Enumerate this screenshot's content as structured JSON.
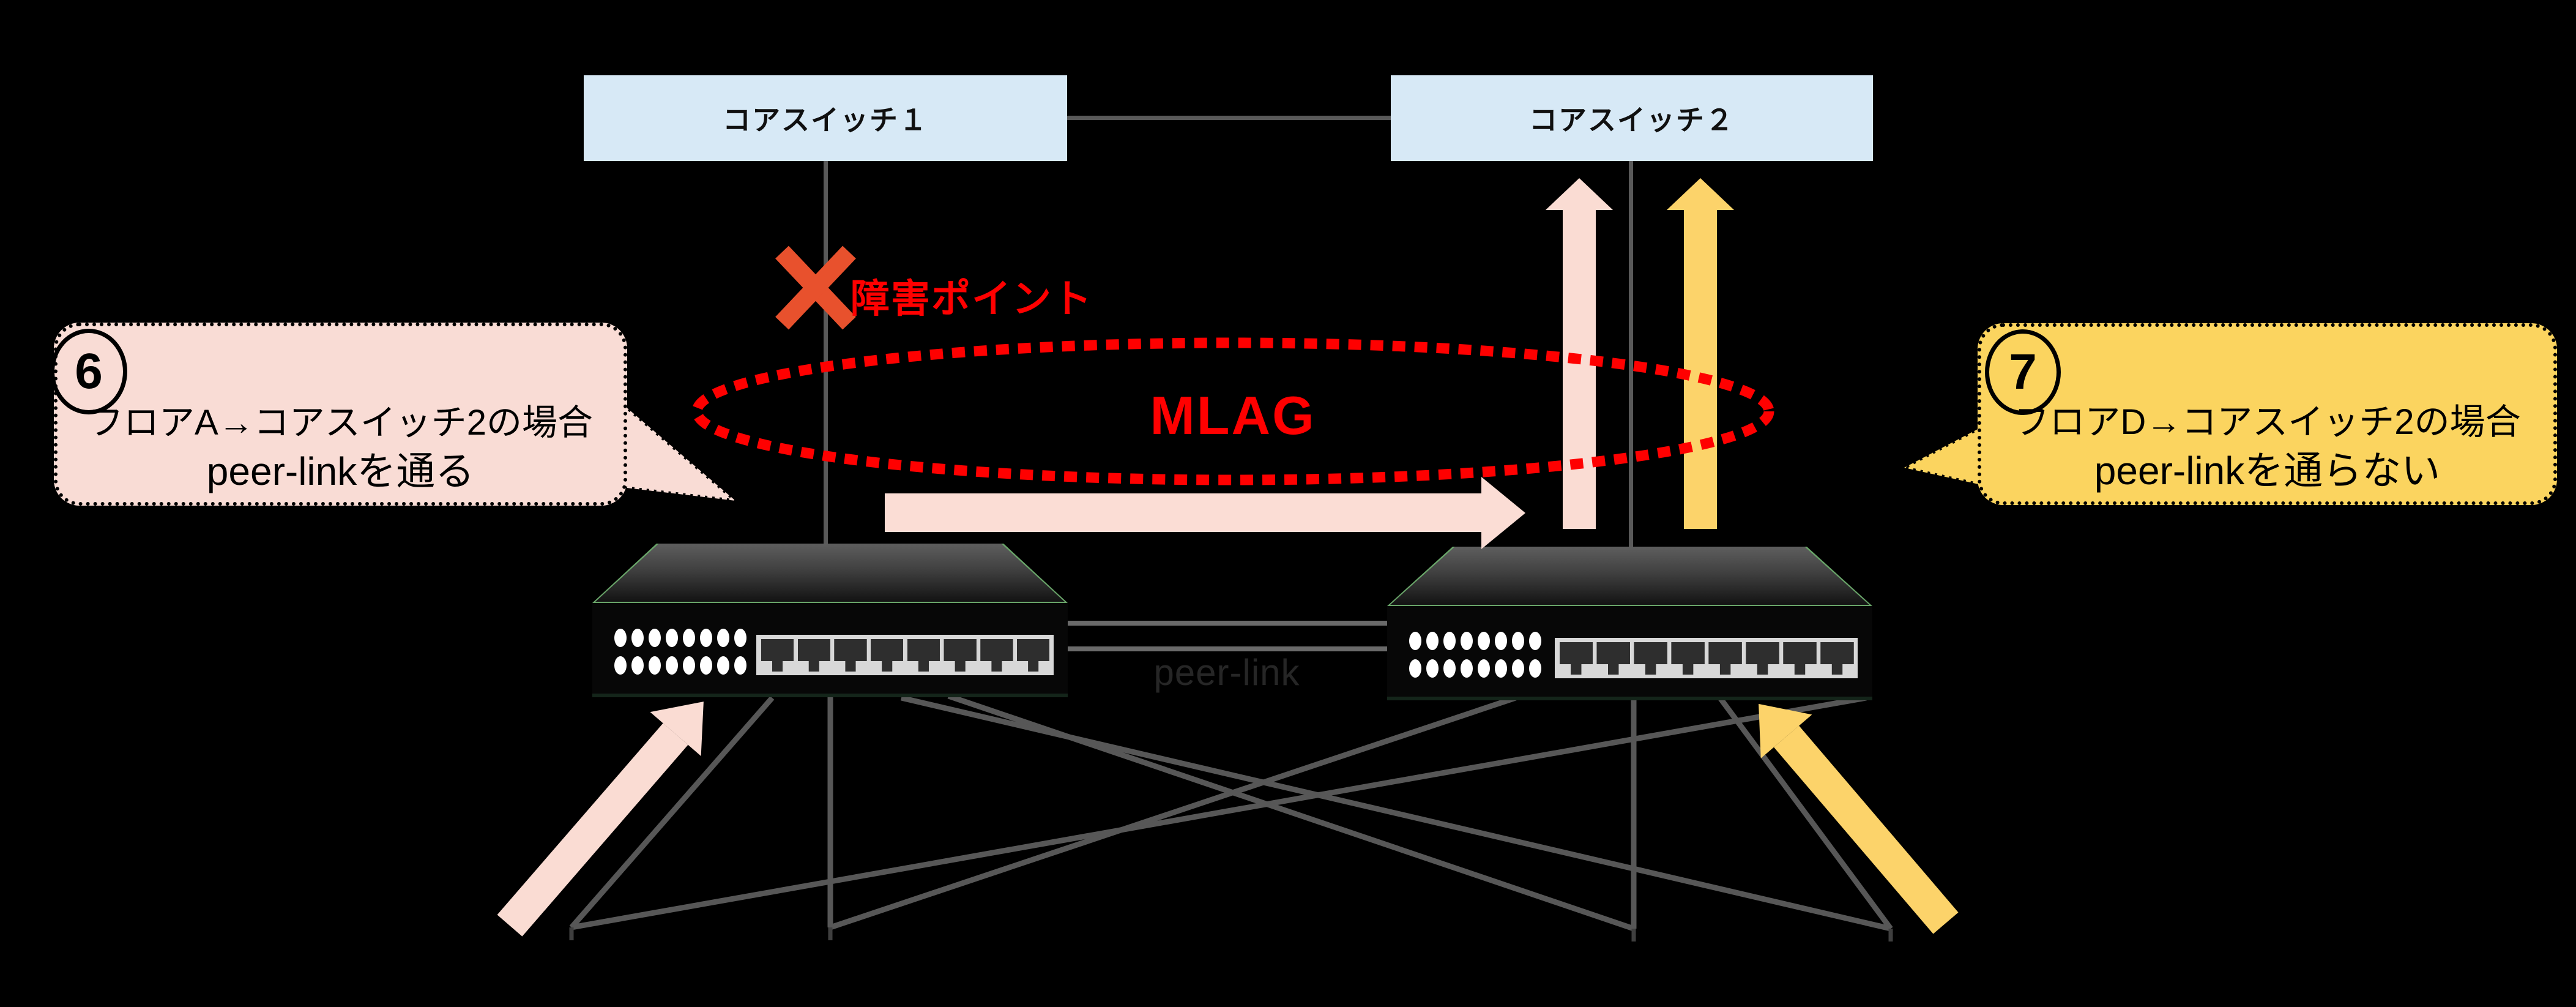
{
  "diagram": {
    "title": "MLAG peer-link traffic diagram",
    "core_switch_1": {
      "label": "コアスイッチ１"
    },
    "core_switch_2": {
      "label": "コアスイッチ２"
    },
    "failure_point": {
      "label": "障害ポイント"
    },
    "mlag": {
      "label": "MLAG"
    },
    "peer_link": {
      "label": "peer-link"
    },
    "callout_left": {
      "number": "6",
      "line1": "フロアA→コアスイッチ2の場合",
      "line2": "peer-linkを通る"
    },
    "callout_right": {
      "number": "7",
      "line1": "フロアD→コアスイッチ2の場合",
      "line2": "peer-linkを通らない"
    },
    "colors": {
      "background": "#000000",
      "core_box_blue": "#d7e9f6",
      "connector_gray": "#595959",
      "mesh_gray": "#575757",
      "failure_x_orange": "#e8512d",
      "alert_red": "#ff0000",
      "flow_pink": "#fadcd3",
      "flow_yellow": "#fcd36a",
      "callout_pink": "#f9dcd5",
      "callout_yellow": "#fbd45f",
      "peer_link_text": "#262626"
    }
  }
}
